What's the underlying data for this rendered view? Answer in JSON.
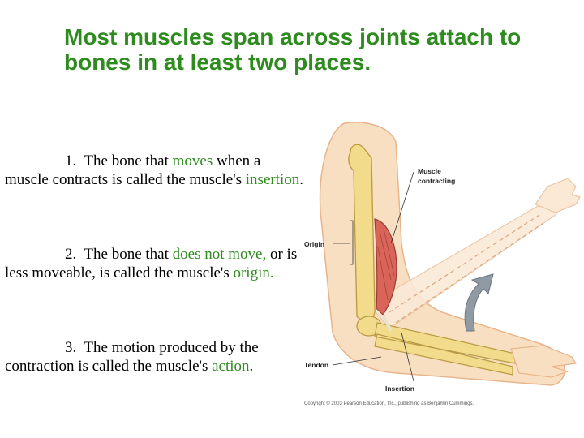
{
  "slide": {
    "title": "Most muscles span across joints attach to bones in at least two places.",
    "points": [
      {
        "number": "1.",
        "before": "The bone that ",
        "highlight1": "moves",
        "middle": " when a muscle contracts is called the muscle's ",
        "highlight2": "insertion",
        "after": "."
      },
      {
        "number": "2.",
        "before": "The bone that ",
        "highlight1": "does not move,",
        "middle": " or is less moveable, is called the muscle's ",
        "highlight2": "origin.",
        "after": ""
      },
      {
        "number": "3.",
        "before": "The motion produced by the contraction is called the muscle's ",
        "highlight1": "action",
        "after": "."
      }
    ]
  },
  "figure": {
    "labels": {
      "muscle_contracting_1": "Muscle",
      "muscle_contracting_2": "contracting",
      "origin": "Origin",
      "tendon": "Tendon",
      "insertion": "Insertion"
    },
    "copyright": "Copyright © 2003 Pearson Education, Inc., publishing as Benjamin Cummings.",
    "colors": {
      "highlight": "#2e8b1e",
      "bone": "#f2dc8c",
      "muscle": "#d9655a",
      "skin": "#f9dfc2"
    }
  }
}
